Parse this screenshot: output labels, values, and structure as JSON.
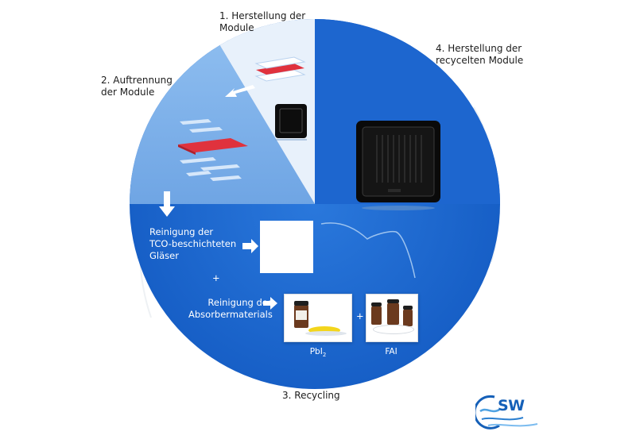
{
  "steps": {
    "step1": {
      "line1": "1. Herstellung der",
      "line2": "Module"
    },
    "step2": {
      "line1": "2. Auftrennung",
      "line2": "der Module"
    },
    "step3": {
      "label": "3. Recycling"
    },
    "step4": {
      "line1": "4. Herstellung der",
      "line2": "recycelten Module"
    }
  },
  "recycling": {
    "glass_cleaning": {
      "line1": "Reinigung der",
      "line2": "TCO-beschichteten",
      "line3": "Gläser"
    },
    "plus1": "+",
    "absorber_cleaning": {
      "line1": "Reinigung des",
      "line2": "Absorbermaterials"
    },
    "plus2": "+",
    "chem1": {
      "base": "PbI",
      "sub": "2"
    },
    "chem2": "FAI"
  },
  "logo": {
    "text": "SW"
  },
  "colors": {
    "blue_dark": "#1a63c9",
    "blue_light": "#7fb0ea",
    "blue_pale": "#e9f2fc",
    "red": "#e0323d",
    "yellow": "#f3d51c"
  }
}
